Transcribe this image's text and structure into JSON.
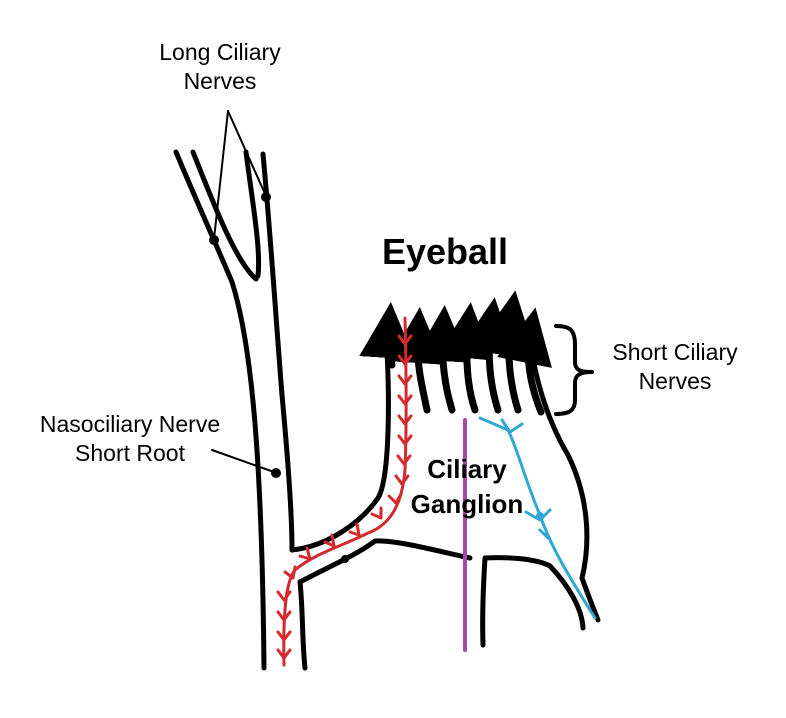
{
  "labels": {
    "long_ciliary_line1": "Long Ciliary",
    "long_ciliary_line2": "Nerves",
    "eyeball": "Eyeball",
    "short_ciliary_line1": "Short Ciliary",
    "short_ciliary_line2": "Nerves",
    "nasociliary_line1": "Nasociliary Nerve",
    "nasociliary_line2": "Short Root",
    "ganglion_line1": "Ciliary",
    "ganglion_line2": "Ganglion"
  },
  "colors": {
    "outline": "#000000",
    "sensory_fibers": "#d42a2f",
    "sympathetic_fibers": "#a548a8",
    "parasympathetic_fibers": "#2fa8d4"
  }
}
